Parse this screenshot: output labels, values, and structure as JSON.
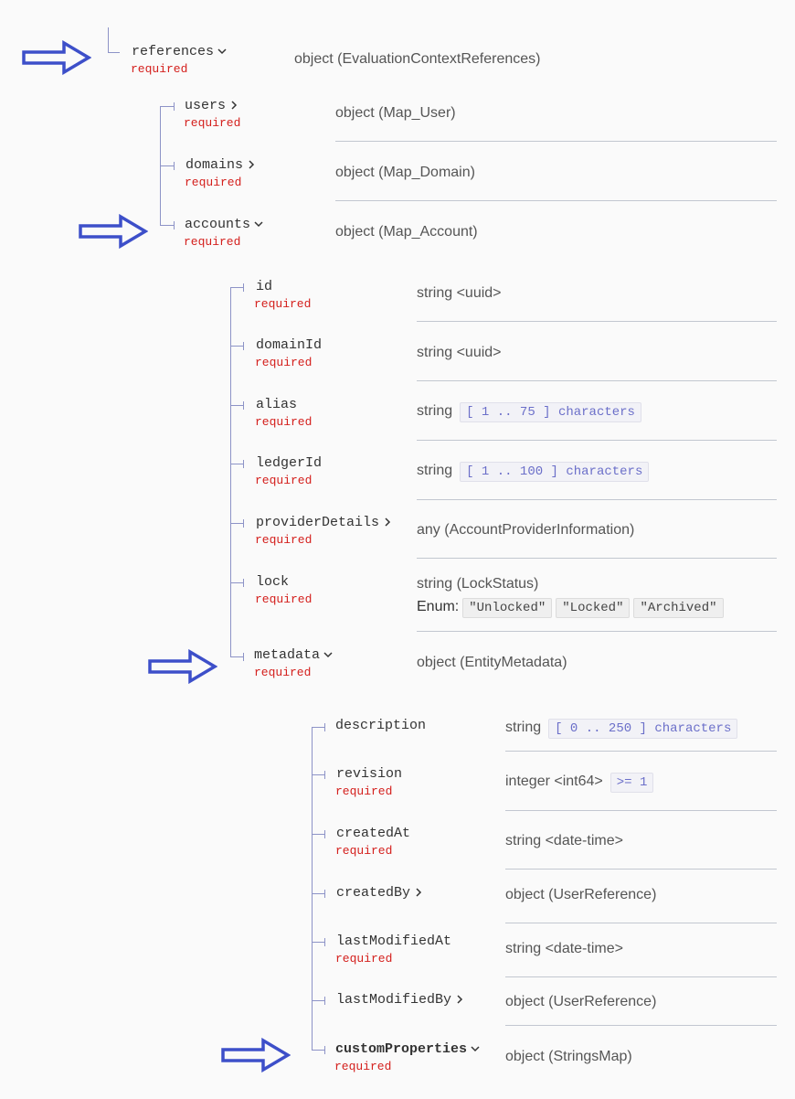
{
  "required_label": "required",
  "root": {
    "name": "references",
    "type": "object (EvaluationContextReferences)"
  },
  "level1": [
    {
      "name": "users",
      "type": "object (Map_User)"
    },
    {
      "name": "domains",
      "type": "object (Map_Domain)"
    },
    {
      "name": "accounts",
      "type": "object (Map_Account)"
    }
  ],
  "level2": [
    {
      "name": "id",
      "type": "string <uuid>"
    },
    {
      "name": "domainId",
      "type": "string <uuid>"
    },
    {
      "name": "alias",
      "type": "string",
      "constraint": "[ 1 .. 75 ] characters"
    },
    {
      "name": "ledgerId",
      "type": "string",
      "constraint": "[ 1 .. 100 ] characters"
    },
    {
      "name": "providerDetails",
      "type": "any (AccountProviderInformation)"
    },
    {
      "name": "lock",
      "type": "string (LockStatus)",
      "enum_label": "Enum:",
      "enum_values": [
        "\"Unlocked\"",
        "\"Locked\"",
        "\"Archived\""
      ]
    },
    {
      "name": "metadata",
      "type": "object (EntityMetadata)"
    }
  ],
  "level3": [
    {
      "name": "description",
      "type": "string",
      "constraint": "[ 0 .. 250 ] characters"
    },
    {
      "name": "revision",
      "type": "integer <int64>",
      "constraint": ">= 1"
    },
    {
      "name": "createdAt",
      "type": "string <date-time>"
    },
    {
      "name": "createdBy",
      "type": "object (UserReference)"
    },
    {
      "name": "lastModifiedAt",
      "type": "string <date-time>"
    },
    {
      "name": "lastModifiedBy",
      "type": "object (UserReference)"
    },
    {
      "name": "customProperties",
      "type": "object (StringsMap)"
    }
  ],
  "colors": {
    "arrow": "#3d4fc9",
    "required": "#d41f1c",
    "tree_line": "#8d93c7",
    "constraint": "#6b6fc9"
  },
  "icons": {
    "expanded": "chevron-down-icon",
    "collapsed": "chevron-right-icon",
    "pointer": "arrow-right-outline-icon"
  }
}
